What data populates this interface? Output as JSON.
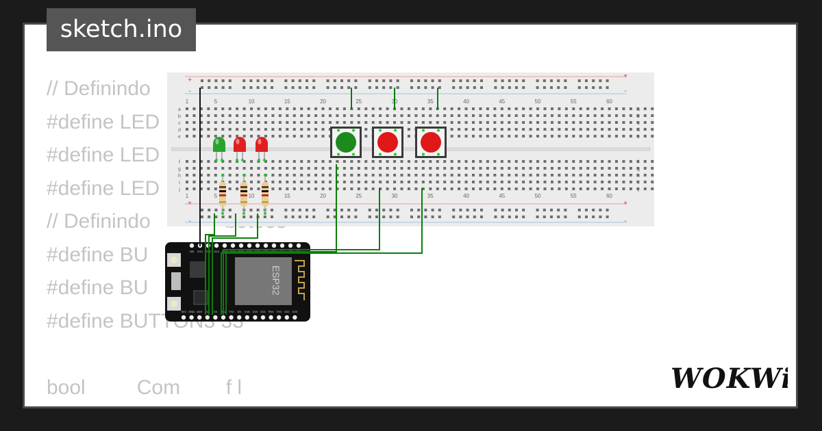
{
  "tab": {
    "filename": "sketch.ino"
  },
  "code": {
    "lines": [
      "// Definindo",
      "#define LED",
      "#define LED",
      "#define LED",
      "",
      "// Definindo             botões",
      "#define BU",
      "#define BU",
      "#define BUTTON3 33",
      "",
      "bool         Com        f l"
    ]
  },
  "board": {
    "label": "ESP32",
    "pins_top": [
      "VIN",
      "D13",
      "D12",
      "D14",
      "D27",
      "D26",
      "D25",
      "D33",
      "D32",
      "D35",
      "D34",
      "VN",
      "VP",
      "EN"
    ],
    "pins_bottom": [
      "3V3",
      "GND",
      "D15",
      "D2",
      "D4",
      "RX2",
      "TX2",
      "D5",
      "D18",
      "D19",
      "D21",
      "RX0",
      "TX0",
      "D22",
      "D23"
    ]
  },
  "breadboard": {
    "columns": [
      "1",
      "5",
      "10",
      "15",
      "20",
      "25",
      "30",
      "35",
      "40",
      "45",
      "50",
      "55",
      "60"
    ],
    "rows_top": [
      "a",
      "b",
      "c",
      "d",
      "e"
    ],
    "rows_bottom": [
      "f",
      "g",
      "h",
      "i",
      "j"
    ],
    "rail_plus": "+",
    "rail_minus": "-"
  },
  "leds": [
    {
      "color": "#2aa32a"
    },
    {
      "color": "#e02020"
    },
    {
      "color": "#e02020"
    }
  ],
  "buttons": [
    {
      "color": "#1d8a1d"
    },
    {
      "color": "#e01818"
    },
    {
      "color": "#e01818"
    }
  ],
  "colors": {
    "wire": "#0a7d0a",
    "breadboard": "#ececec",
    "board": "#111111",
    "chip": "#777777"
  },
  "brand": {
    "text": "WOKWi"
  }
}
